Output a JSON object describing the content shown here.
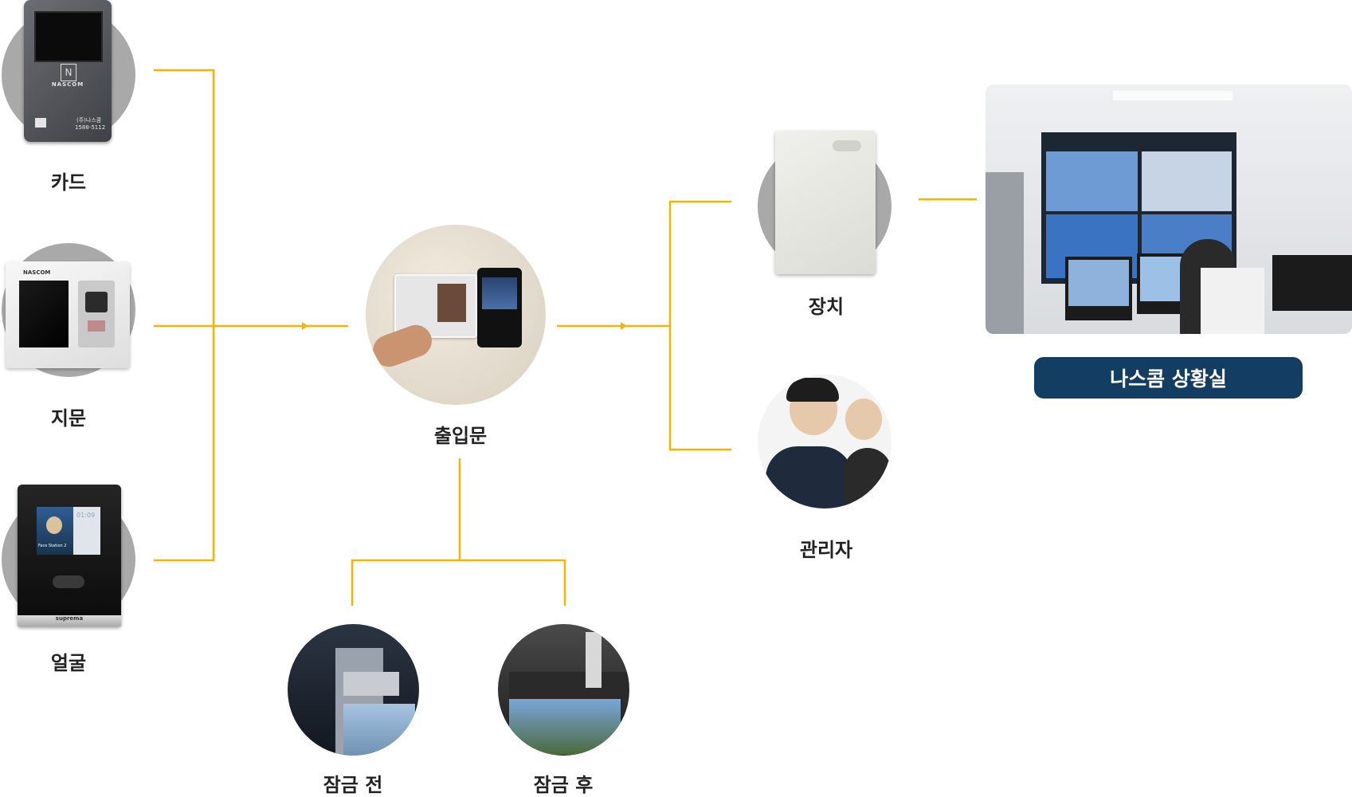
{
  "inputs": {
    "card": "카드",
    "fingerprint": "지문",
    "face": "얼굴"
  },
  "center": {
    "door": "출입문"
  },
  "lock": {
    "before": "잠금 전",
    "after": "잠금 후"
  },
  "outputs": {
    "device": "장치",
    "manager": "관리자"
  },
  "control_room": {
    "label": "나스콤 상황실"
  },
  "device_prints": {
    "brand": "NASCOM",
    "phone": "1588-5112",
    "company": "(주)나스콤",
    "face_brand": "suprema",
    "face_model": "Face Station 2",
    "face_time": "01:09"
  },
  "colors": {
    "line": "#f5b400",
    "badge": "#133d63",
    "circle_gray": "#a9a9a9"
  }
}
